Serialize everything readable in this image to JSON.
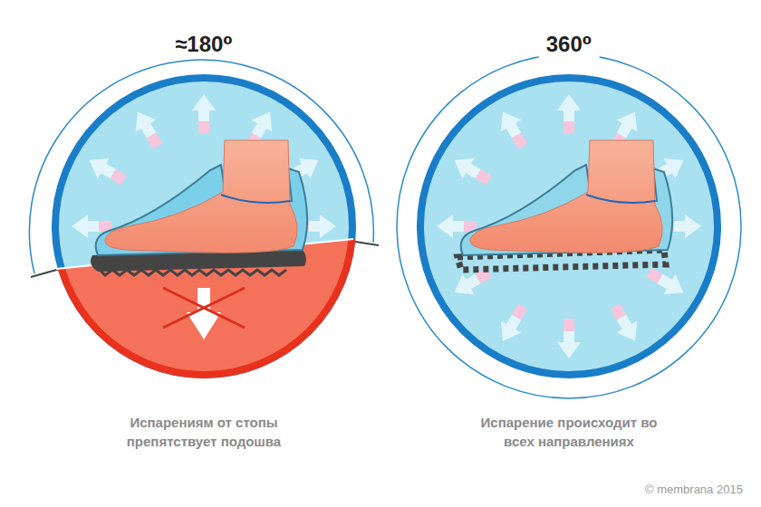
{
  "diagram": {
    "nodes": [
      {
        "text": [
          "≈180⁰"
        ]
      },
      {
        "text": [
          "360⁰"
        ]
      }
    ],
    "labels": [
      "Испарениям от стопы препятствует подошва",
      "Испарение происходит во всех направлениях",
      "© membrana 2015"
    ]
  }
}
